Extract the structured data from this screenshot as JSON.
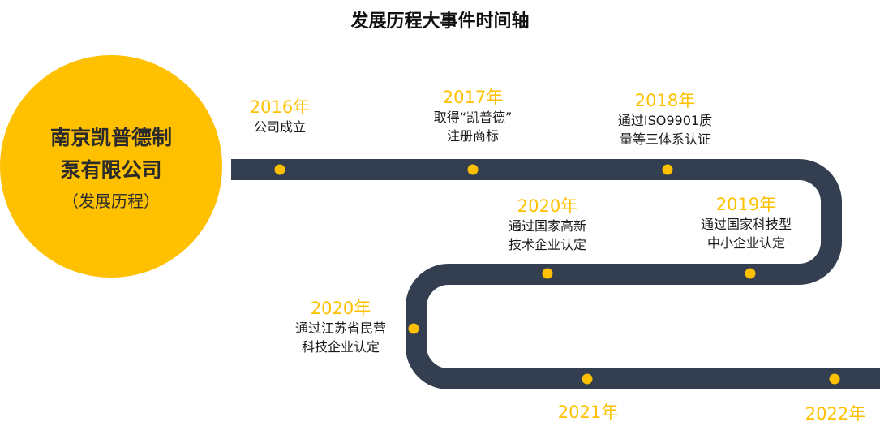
{
  "title": "发展历程大事件时间轴",
  "company": {
    "name_line1": "南京凯普德制",
    "name_line2": "泵有限公司",
    "subtitle": "（发展历程）"
  },
  "colors": {
    "accent": "#FFC000",
    "track": "#333F50",
    "text": "#1a1a1a"
  },
  "milestones": [
    {
      "year": "2016年",
      "desc": "公司成立"
    },
    {
      "year": "2017年",
      "desc": "取得“凯普德”\n注册商标"
    },
    {
      "year": "2018年",
      "desc": "通过ISO9901质\n量等三体系认证"
    },
    {
      "year": "2019年",
      "desc": "通过国家科技型\n中小企业认定"
    },
    {
      "year": "2020年",
      "desc": "通过国家高新\n技术企业认定"
    },
    {
      "year": "2020年",
      "desc": "通过江苏省民营\n科技企业认定"
    },
    {
      "year": "2021年",
      "desc": ""
    },
    {
      "year": "2022年",
      "desc": ""
    }
  ]
}
